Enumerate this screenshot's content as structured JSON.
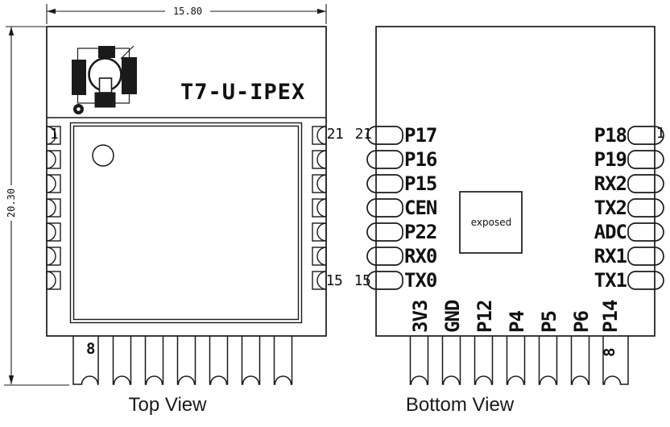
{
  "module": {
    "name": "T7-U-IPEX"
  },
  "dimensions": {
    "width_mm": "15.80",
    "height_mm": "20.30"
  },
  "top_view": {
    "caption": "Top View",
    "pin1": "1",
    "pin8": "8",
    "pin15": "15",
    "pin21": "21"
  },
  "bottom_view": {
    "caption": "Bottom View",
    "pin1": "1",
    "pin8": "8",
    "pin15": "15",
    "pin21": "21",
    "exposed_pad_label": "exposed",
    "left_pins": [
      "P17",
      "P16",
      "P15",
      "CEN",
      "P22",
      "RX0",
      "TX0"
    ],
    "right_pins": [
      "P18",
      "P19",
      "RX2",
      "TX2",
      "ADC",
      "RX1",
      "TX1"
    ],
    "bottom_pins": [
      "3V3",
      "GND",
      "P12",
      "P4",
      "P5",
      "P6",
      "P14"
    ]
  }
}
